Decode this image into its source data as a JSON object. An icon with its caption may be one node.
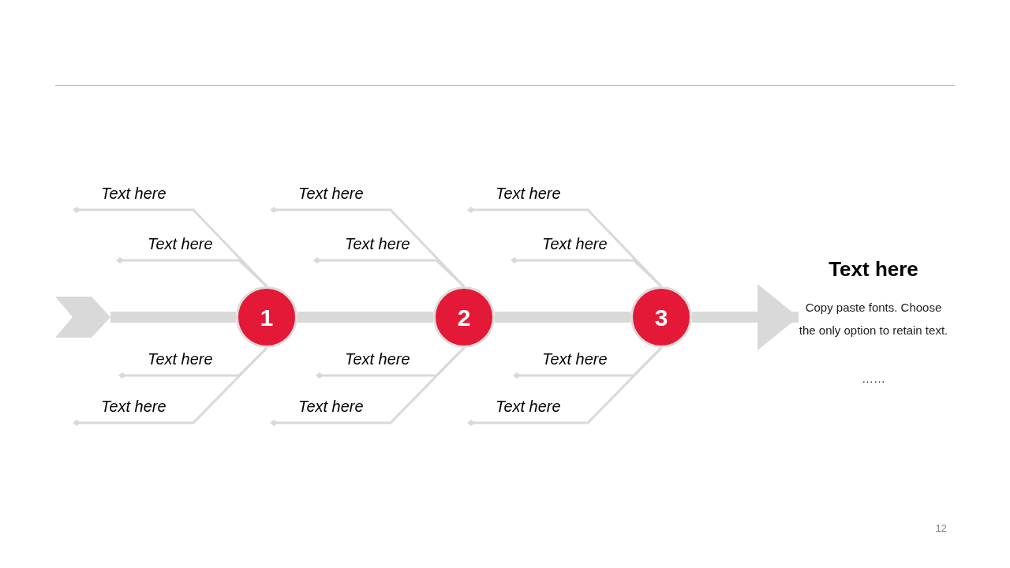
{
  "diagram": {
    "nodes": [
      {
        "text": [
          "Text here"
        ]
      },
      {
        "text": [
          "Text here"
        ]
      },
      {
        "text": [
          "Text here"
        ]
      },
      {
        "text": [
          "Text here"
        ]
      },
      {
        "text": [
          "Text here"
        ]
      },
      {
        "text": [
          "Text here"
        ]
      },
      {
        "text": [
          "1"
        ]
      },
      {
        "text": [
          "2"
        ]
      },
      {
        "text": [
          "3"
        ]
      },
      {
        "text": [
          "Text here",
          "Copy paste fonts. Choose the only option to retain text.",
          "……"
        ]
      },
      {
        "text": [
          "Text here"
        ]
      },
      {
        "text": [
          "Text here"
        ]
      },
      {
        "text": [
          "Text here"
        ]
      },
      {
        "text": [
          "Text here"
        ]
      },
      {
        "text": [
          "Text here"
        ]
      },
      {
        "text": [
          "Text here"
        ]
      },
      {
        "text": [],
        "shape": "chevron"
      }
    ],
    "edges": [
      {
        "from": 0,
        "to": 6,
        "arrow": "other"
      },
      {
        "from": 1,
        "to": 7,
        "arrow": "other"
      },
      {
        "from": 2,
        "to": 8,
        "arrow": "other"
      },
      {
        "from": 3,
        "to": 6,
        "arrow": "other"
      },
      {
        "from": 4,
        "to": 7,
        "arrow": "other"
      },
      {
        "from": 5,
        "to": 8,
        "arrow": "other"
      },
      {
        "from": 10,
        "to": 6,
        "arrow": "other"
      },
      {
        "from": 11,
        "to": 7,
        "arrow": "other"
      },
      {
        "from": 12,
        "to": 8,
        "arrow": "other"
      },
      {
        "from": 13,
        "to": 6,
        "arrow": "other"
      },
      {
        "from": 14,
        "to": 7,
        "arrow": "other"
      },
      {
        "from": 15,
        "to": 8,
        "arrow": "other"
      },
      {
        "from": 16,
        "to": 6,
        "arrow": "none",
        "style": "thick"
      },
      {
        "from": 6,
        "to": 7,
        "arrow": "none",
        "style": "thick"
      },
      {
        "from": 7,
        "to": 8,
        "arrow": "none",
        "style": "thick"
      },
      {
        "from": 8,
        "to": 9,
        "arrow": "to",
        "style": "thick"
      }
    ],
    "labels": [
      "12"
    ]
  }
}
